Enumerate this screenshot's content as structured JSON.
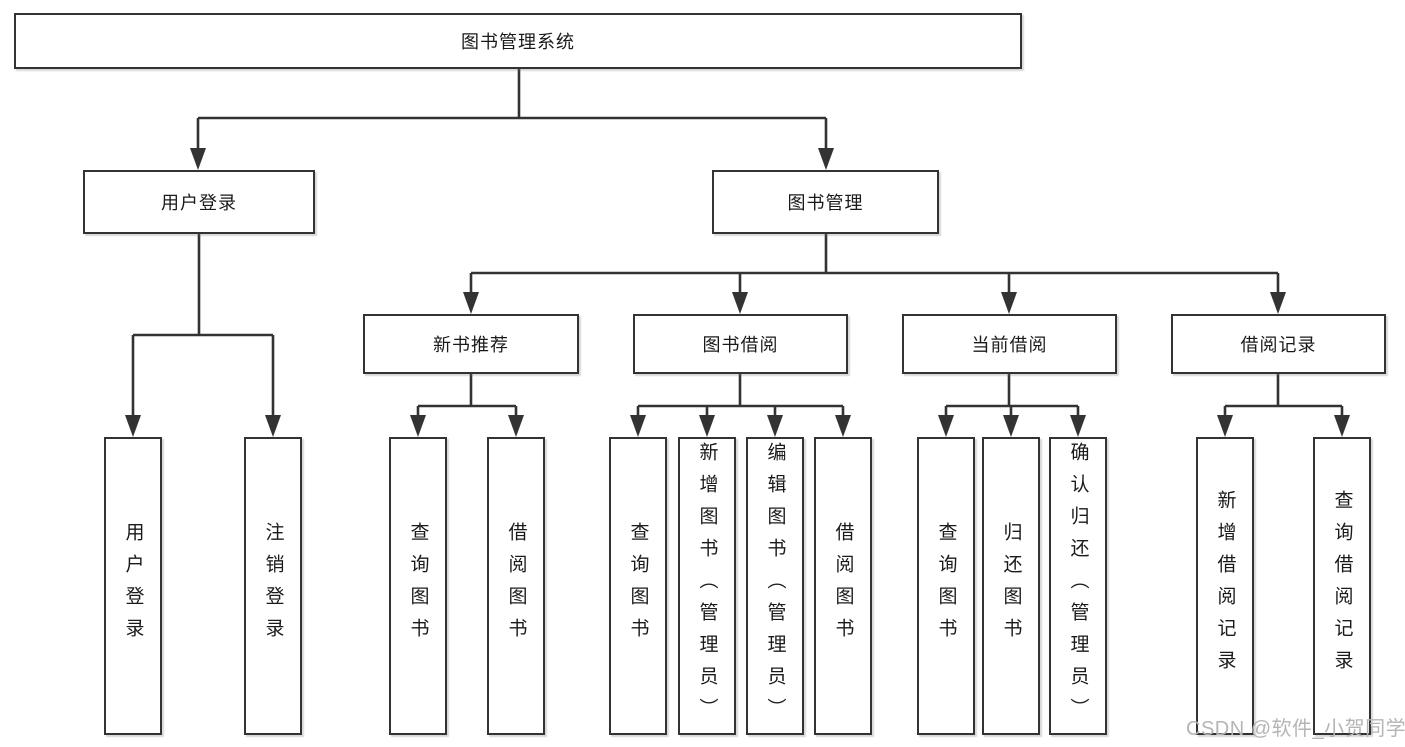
{
  "title": {
    "label": "图书管理系统"
  },
  "level2": [
    {
      "label": "用户登录"
    },
    {
      "label": "图书管理"
    }
  ],
  "level3": [
    {
      "label": "新书推荐"
    },
    {
      "label": "图书借阅"
    },
    {
      "label": "当前借阅"
    },
    {
      "label": "借阅记录"
    }
  ],
  "leaves": [
    {
      "label": "用户登录"
    },
    {
      "label": "注销登录"
    },
    {
      "label": "查询图书"
    },
    {
      "label": "借阅图书"
    },
    {
      "label": "查询图书"
    },
    {
      "label": "新增图书（管理员）"
    },
    {
      "label": "编辑图书（管理员）"
    },
    {
      "label": "借阅图书"
    },
    {
      "label": "查询图书"
    },
    {
      "label": "归还图书"
    },
    {
      "label": "确认归还（管理员）"
    },
    {
      "label": "新增借阅记录"
    },
    {
      "label": "查询借阅记录"
    }
  ],
  "watermark": {
    "text": "CSDN @软件_小贺同学"
  },
  "colors": {
    "line": "#333333",
    "box_border": "#333333",
    "box_bg": "#ffffff",
    "text": "#1a1a1a",
    "watermark": "#b5b5b5",
    "background": "#ffffff"
  }
}
